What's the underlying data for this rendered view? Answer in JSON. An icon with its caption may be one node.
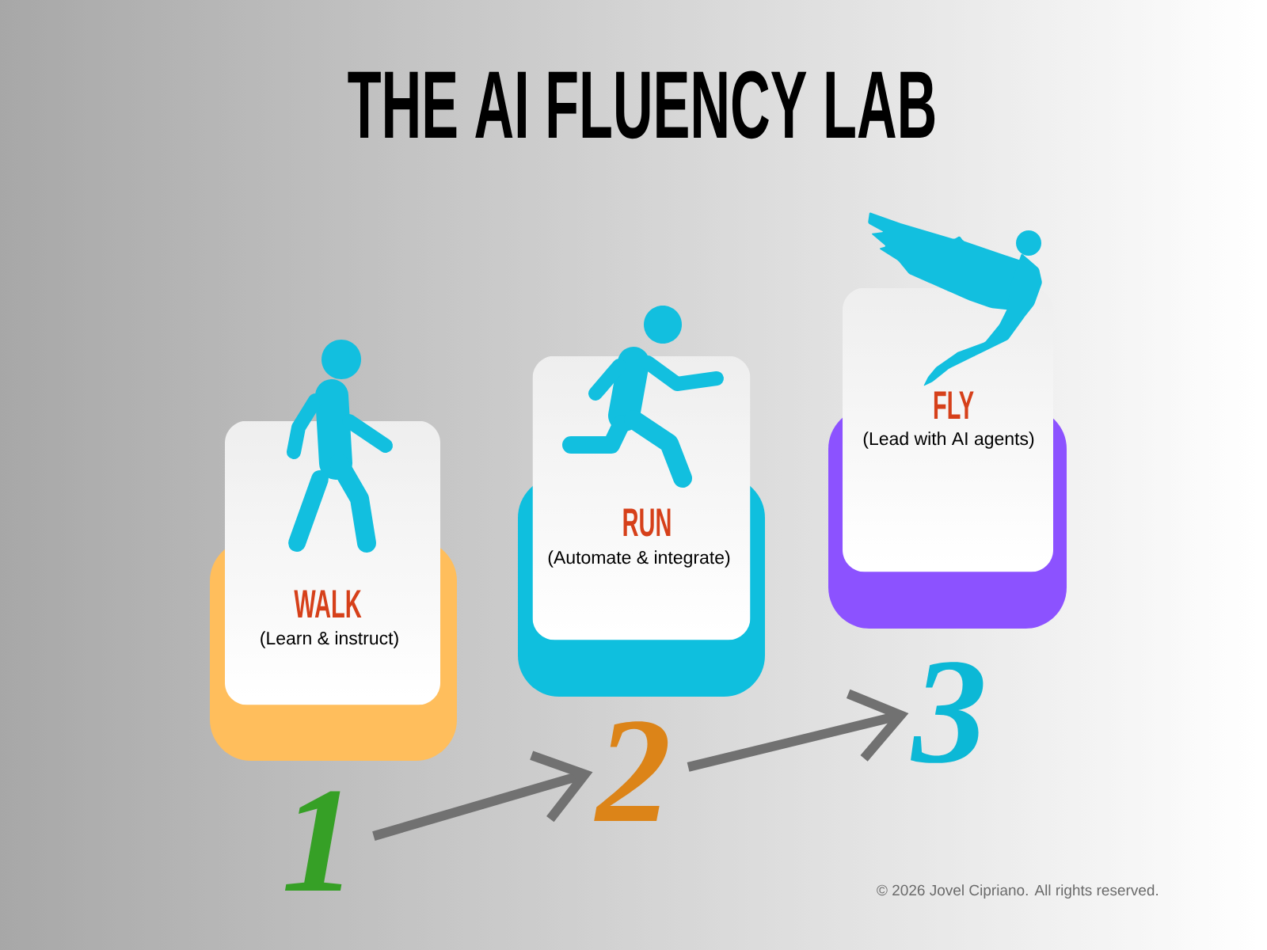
{
  "diagram": {
    "title": "THE AI FLUENCY LAB",
    "nodes": [
      {
        "text": [
          "WALK",
          "(Learn & instruct)"
        ]
      },
      {
        "text": [
          "RUN",
          "(Automate & integrate)"
        ]
      },
      {
        "text": [
          "FLY",
          "(Lead with AI agents)"
        ]
      },
      {
        "text": [
          "1"
        ]
      },
      {
        "text": [
          "2"
        ]
      },
      {
        "text": [
          "3"
        ]
      }
    ],
    "edges": [
      {
        "from": 3,
        "to": 4,
        "arrow": "to"
      },
      {
        "from": 4,
        "to": 5,
        "arrow": "to"
      }
    ],
    "labels": [
      "© 2026 Jovel Cipriano. All rights reserved."
    ]
  }
}
